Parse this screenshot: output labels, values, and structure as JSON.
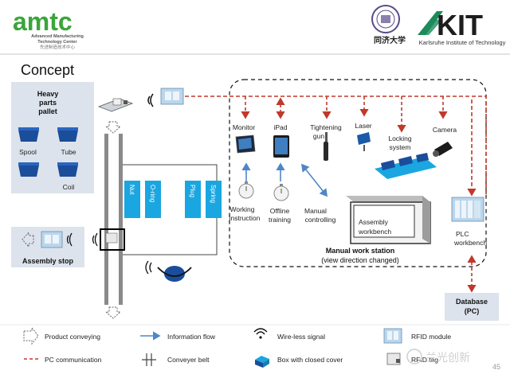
{
  "header": {
    "logo_text": "amtc",
    "logo_subtitle_1": "Advanced Manufacturing",
    "logo_subtitle_2": "Technology Center",
    "logo_subtitle_cn": "先进制造技术中心",
    "tongji_name": "同济大学",
    "kit_logo": "KIT",
    "kit_name": "Karlsruhe Institute of Technology"
  },
  "slide": {
    "title": "Concept",
    "page_number": "45",
    "watermark": "兰光创新"
  },
  "diagram": {
    "pallet_title_1": "Heavy",
    "pallet_title_2": "parts",
    "pallet_title_3": "pallet",
    "pallet_items": [
      "Spool",
      "Tube",
      "Coil"
    ],
    "boxes": [
      "Nut",
      "O-ring",
      "Plug",
      "Spring"
    ],
    "assembly_stop": "Assembly stop",
    "devices": {
      "monitor": "Monitor",
      "ipad": "iPad",
      "tightening_1": "Tightening",
      "tightening_2": "gun",
      "laser": "Laser",
      "locking_1": "Locking",
      "locking_2": "system",
      "camera": "Camera",
      "working_1": "Working",
      "working_2": "instruction",
      "offline_1": "Offline",
      "offline_2": "training",
      "manual_ctrl_1": "Manual",
      "manual_ctrl_2": "controlling",
      "workbench_1": "Assembly",
      "workbench_2": "workbench",
      "plc_1": "PLC",
      "plc_2": "workbench"
    },
    "station_1": "Manual work station",
    "station_2": "(view direction changed)",
    "database_1": "Database",
    "database_2": "(PC)"
  },
  "legend": [
    {
      "key": "product",
      "label": "Product conveying"
    },
    {
      "key": "info",
      "label": "Information flow"
    },
    {
      "key": "wireless",
      "label": "Wire-less signal"
    },
    {
      "key": "rfid",
      "label": "RFID module"
    },
    {
      "key": "pc",
      "label": "PC communication"
    },
    {
      "key": "belt",
      "label": "Conveyer belt"
    },
    {
      "key": "box",
      "label": "Box with closed cover"
    },
    {
      "key": "tag",
      "label": "RFID tag"
    }
  ],
  "colors": {
    "green": "#3aa53a",
    "red_dash": "#c0392b",
    "info_blue": "#4f86c6",
    "box_blue": "#1aa6e0",
    "pallet_bg": "#dde3ec",
    "kit_green": "#1d8a5a"
  }
}
